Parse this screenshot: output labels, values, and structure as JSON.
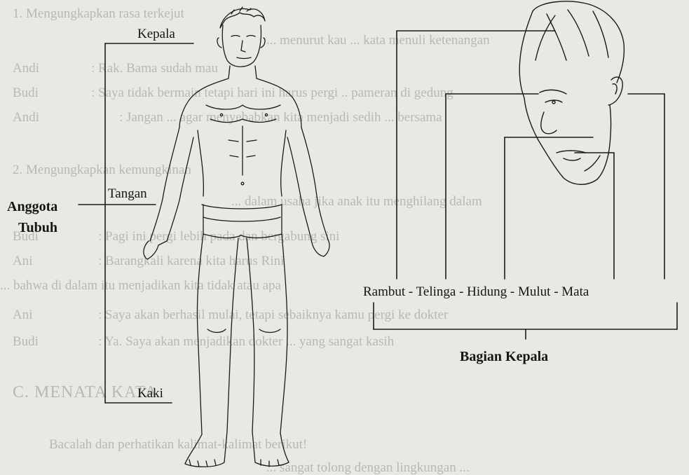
{
  "background_text": {
    "line1": "1. Mengungkapkan rasa terkejut",
    "line2": "... menurut kau   ... kata menuli ketenangan",
    "line3_speaker": "Andi",
    "line3_text": ": Rak.  Bama sudah mau",
    "line4_speaker": "Budi",
    "line4_text": ": Saya  tidak   bermain tetapi hari ini harus pergi .. pameran di gedung",
    "line5_speaker": "Andi",
    "line5_text": ": Jangan ...  agar menyebabkan kita menjadi sedih ... bersama",
    "line6": "2. Mengungkapkan kemungkinan",
    "line7": "... dalam usaha jika anak itu menghilang dalam",
    "line8_speaker": "Budi",
    "line8_text": ": Pagi ini pergi lebih pada dan bergabung sini",
    "line9_speaker": "Ani",
    "line9_text": ": Barangkali karena kita harus Rini",
    "line10": "... bahwa di dalam itu menjadikan kita tidak atau apa",
    "line11_speaker": "Ani",
    "line11_text": ": Saya akan berhasil mulai, tetapi sebaiknya kamu pergi ke dokter",
    "line12_speaker": "Budi",
    "line12_text": ": Ya. Saya akan menjadikan dokter ... yang sangat kasih",
    "line13": "C. MENATA KATA",
    "line14": "Bacalah dan perhatikan kalimat-kalimat berikut!",
    "line15": "... sangat tolong dengan lingkungan ..."
  },
  "diagram": {
    "body_labels": {
      "head": "Kepala",
      "hand": "Tangan",
      "foot": "Kaki",
      "group_line1": "Anggota",
      "group_line2": "Tubuh"
    },
    "head_labels": {
      "parts": "Rambut - Telinga - Hidung   - Mulut - Mata",
      "group": "Bagian Kepala"
    }
  }
}
